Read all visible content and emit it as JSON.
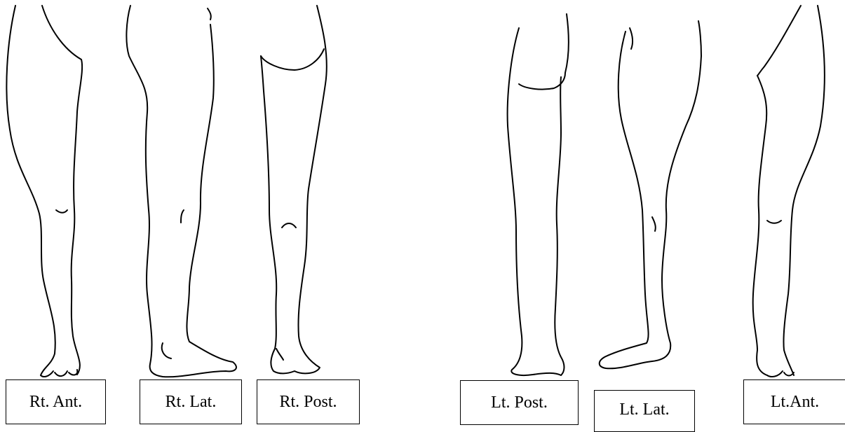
{
  "labels": {
    "rt_ant": "Rt. Ant.",
    "rt_lat": "Rt. Lat.",
    "rt_post": "Rt. Post.",
    "lt_post": "Lt. Post.",
    "lt_lat": "Lt. Lat.",
    "lt_ant": "Lt.Ant."
  },
  "colors": {
    "stroke": "#000000",
    "background": "#ffffff"
  }
}
